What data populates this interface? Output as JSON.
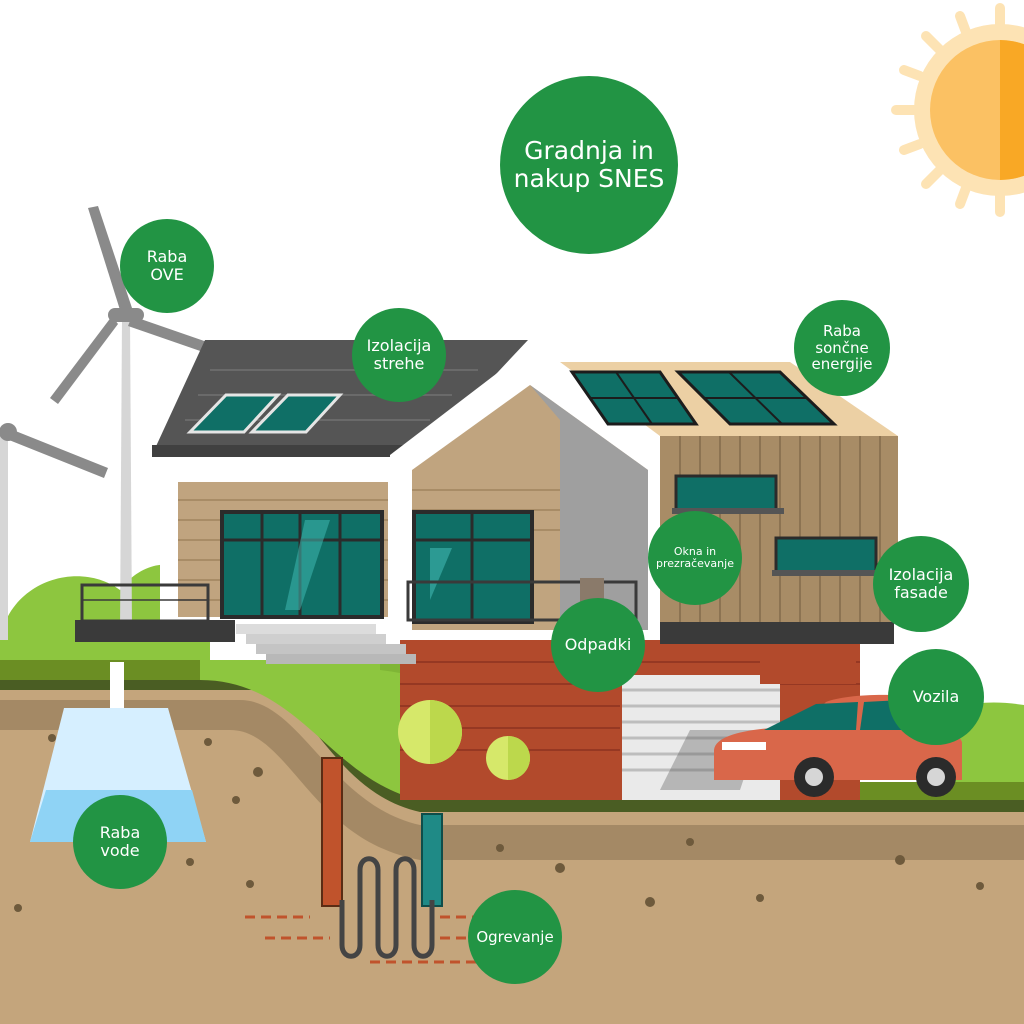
{
  "title": "Gradnja in\nnakup SNES",
  "labels": {
    "ove": "Raba\nOVE",
    "izolacija_strehe": "Izolacija\nstrehe",
    "soncna_energija": "Raba\nsončne\nenergije",
    "okna": "Okna in\nprezračevanje",
    "izolacija_fasade": "Izolacija\nfasade",
    "odpadki": "Odpadki",
    "vozila": "Vozila",
    "voda": "Raba\nvode",
    "ogrevanje": "Ogrevanje"
  },
  "icons": [
    "sun-icon",
    "wind-turbine-icon",
    "house-icon",
    "solar-panel-icon",
    "car-icon",
    "water-tank-icon",
    "heat-pump-pipe-icon",
    "bush-icon"
  ],
  "colors": {
    "label_green": "#229444",
    "grass": "#8dc63f",
    "soil": "#c4a57c",
    "sun": "#fbc163"
  }
}
